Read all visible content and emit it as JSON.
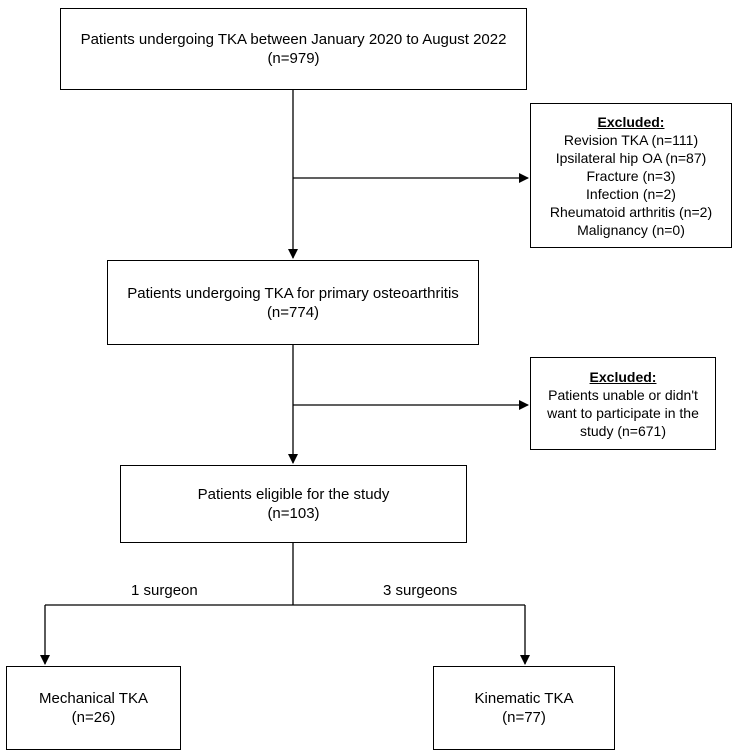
{
  "boxes": {
    "all_patients": {
      "line1": "Patients undergoing TKA between January 2020 to August 2022",
      "line2": "(n=979)"
    },
    "primary_oa": {
      "line1": "Patients undergoing TKA for primary osteoarthritis",
      "line2": "(n=774)"
    },
    "eligible": {
      "line1": "Patients eligible for the study",
      "line2": "(n=103)"
    },
    "mechanical": {
      "line1": "Mechanical TKA",
      "line2": "(n=26)"
    },
    "kinematic": {
      "line1": "Kinematic TKA",
      "line2": "(n=77)"
    }
  },
  "excluded_1": {
    "heading": "Excluded:",
    "items": [
      "Revision TKA (n=111)",
      "Ipsilateral hip OA (n=87)",
      "Fracture (n=3)",
      "Infection (n=2)",
      "Rheumatoid arthritis (n=2)",
      "Malignancy (n=0)"
    ]
  },
  "excluded_2": {
    "heading": "Excluded:",
    "lines": [
      "Patients unable or didn't",
      "want to participate in the",
      "study (n=671)"
    ]
  },
  "branch_labels": {
    "left": "1 surgeon",
    "right": "3 surgeons"
  }
}
